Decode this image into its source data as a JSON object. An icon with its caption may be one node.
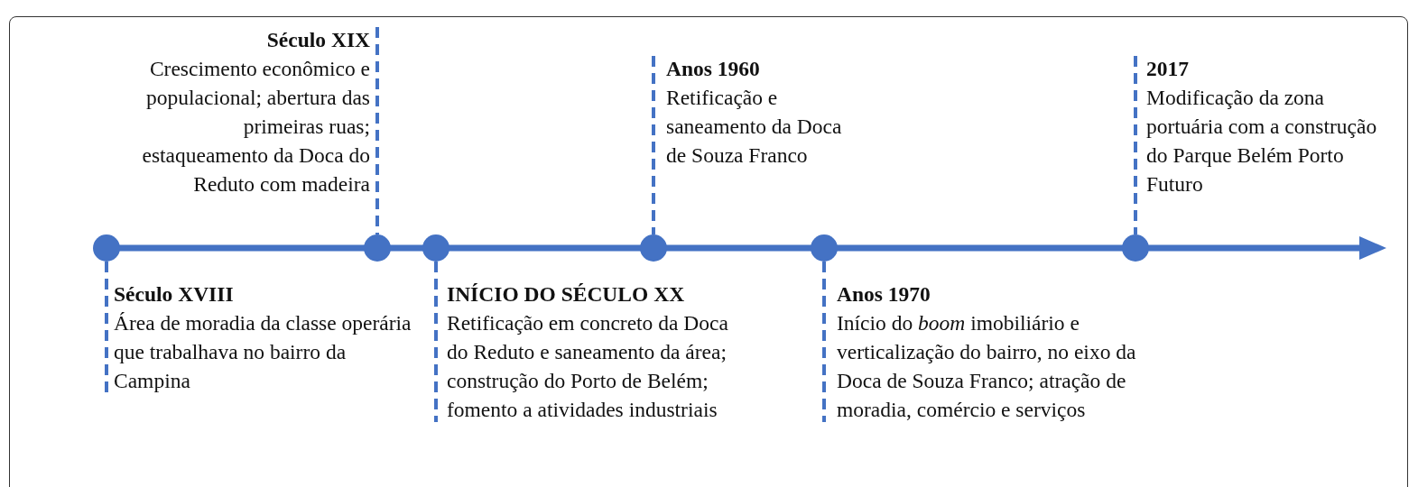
{
  "diagram": {
    "nodes": [
      {
        "text": [
          "Século XIX",
          "Crescimento econômico e populacional; abertura das primeiras ruas; estaqueamento da Doca do Reduto com madeira"
        ]
      },
      {
        "text": [
          "Anos 1960",
          "Retificação e saneamento da Doca de Souza Franco"
        ]
      },
      {
        "text": [
          "2017",
          "Modificação da zona portuária com a construção do Parque Belém Porto Futuro"
        ]
      },
      {
        "text": [],
        "shape": "circle"
      },
      {
        "text": [],
        "shape": "circle"
      },
      {
        "text": [],
        "shape": "circle"
      },
      {
        "text": [],
        "shape": "circle"
      },
      {
        "text": [],
        "shape": "circle"
      },
      {
        "text": [],
        "shape": "circle"
      },
      {
        "text": [
          "Século XVIII",
          "Área de moradia da classe operária que trabalhava no bairro da Campina"
        ]
      },
      {
        "text": [
          "INÍCIO DO SÉCULO XX",
          "Retificação em concreto da Doca do Reduto e saneamento da área; construção do Porto de Belém; fomento a atividades industriais"
        ]
      },
      {
        "text": [
          "Anos 1970",
          "Início do *boom* imobiliário e verticalização do bairro, no eixo da Doca de Souza Franco; atração de moradia, comércio e serviços"
        ]
      }
    ],
    "edges": [
      {
        "from": 0,
        "to": 4,
        "arrow": "none",
        "style": "dashed"
      },
      {
        "from": 1,
        "to": 6,
        "arrow": "none",
        "style": "dashed"
      },
      {
        "from": 2,
        "to": 8,
        "arrow": "none",
        "style": "dashed"
      },
      {
        "from": 9,
        "to": 3,
        "arrow": "none",
        "style": "dashed"
      },
      {
        "from": 10,
        "to": 5,
        "arrow": "none",
        "style": "dashed"
      },
      {
        "from": 11,
        "to": 7,
        "arrow": "none",
        "style": "dashed"
      }
    ]
  }
}
